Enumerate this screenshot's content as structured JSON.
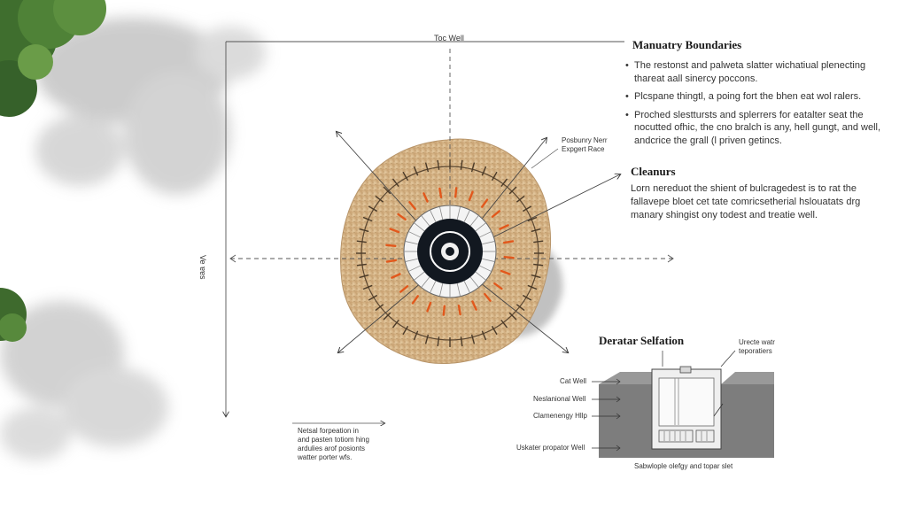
{
  "diagram": {
    "top_label": "Toc Well",
    "left_axis_label": "Ve ɐɐs",
    "center_callout": [
      "Posbunry Nerr",
      "Expgert Race"
    ],
    "bottom_left_note": [
      "Netsal forpeation in",
      "and pasten totiom hing",
      "ardulies arof posionts",
      "watter porter wfs."
    ]
  },
  "boundaries": {
    "title": "Manuatry Boundaries",
    "bullets": [
      "The restonst and palweta slatter wichatiual plenecting thareat aall sinercy poccons.",
      "Plcspane thingtl, a poing fort the bhen eat wol ralers.",
      "Proched slesttursts and splerrers for eatalter seat the nocutted ofhic, the cno bralch is any, hell gungt, and well, andcrice the grall (l priven getincs."
    ]
  },
  "cleanurs": {
    "title": "Cleanurs",
    "text": "Lorn nereduot the shient of bulcragedest is to rat the fallavepe bloet cet tate comricsetherial hslouatats drg manary shingist ony todest and treatie well."
  },
  "detail": {
    "title": "Deratar Selfation",
    "callout_top_right": [
      "Urecte watr",
      "teporatiers"
    ],
    "labels": [
      "Cat Well",
      "Neslanional Well",
      "Clamenengy Hllp",
      "Uskater propator Well"
    ],
    "caption": "Sabwlople olefgy and topar slet"
  }
}
